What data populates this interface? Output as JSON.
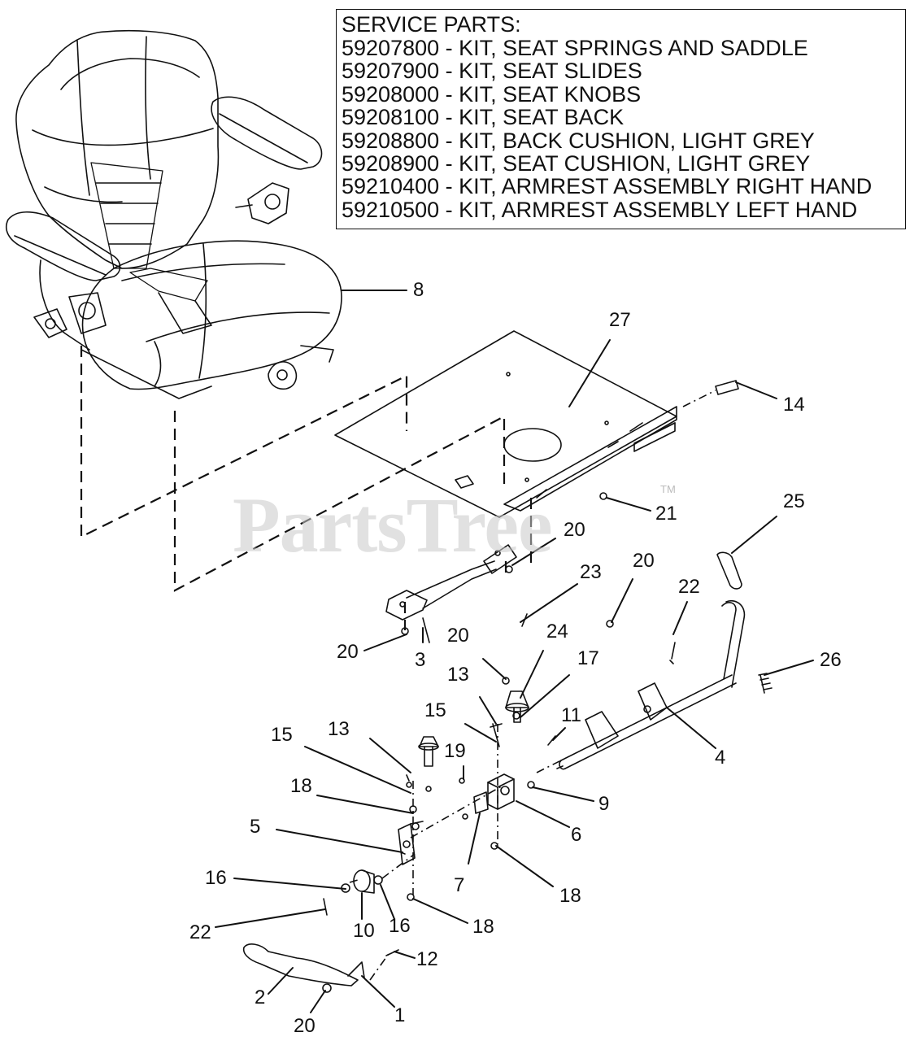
{
  "service_parts": {
    "title": "SERVICE PARTS:",
    "items": [
      "59207800 - KIT, SEAT SPRINGS AND SADDLE",
      "59207900 - KIT, SEAT SLIDES",
      "59208000 - KIT, SEAT KNOBS",
      "59208100 - KIT, SEAT BACK",
      "59208800 - KIT, BACK CUSHION, LIGHT GREY",
      "59208900 - KIT, SEAT CUSHION, LIGHT GREY",
      "59210400 - KIT, ARMREST ASSEMBLY RIGHT HAND",
      "59210500 - KIT, ARMREST ASSEMBLY LEFT HAND"
    ]
  },
  "watermark": {
    "text": "PartsTree",
    "tm": "TM"
  },
  "callouts": {
    "c8": "8",
    "c27": "27",
    "c14": "14",
    "c21": "21",
    "c25": "25",
    "c20a": "20",
    "c20b": "20",
    "c20c": "20",
    "c20d": "20",
    "c20e": "20",
    "c23": "23",
    "c22a": "22",
    "c22b": "22",
    "c3": "3",
    "c24": "24",
    "c17": "17",
    "c26": "26",
    "c13a": "13",
    "c13b": "13",
    "c15a": "15",
    "c15b": "15",
    "c11": "11",
    "c4": "4",
    "c19": "19",
    "c18a": "18",
    "c18b": "18",
    "c18c": "18",
    "c9": "9",
    "c5": "5",
    "c6": "6",
    "c7": "7",
    "c16a": "16",
    "c16b": "16",
    "c10": "10",
    "c12": "12",
    "c2": "2",
    "c1": "1"
  },
  "colors": {
    "line": "#111111",
    "watermark": "#c9c9c9"
  }
}
